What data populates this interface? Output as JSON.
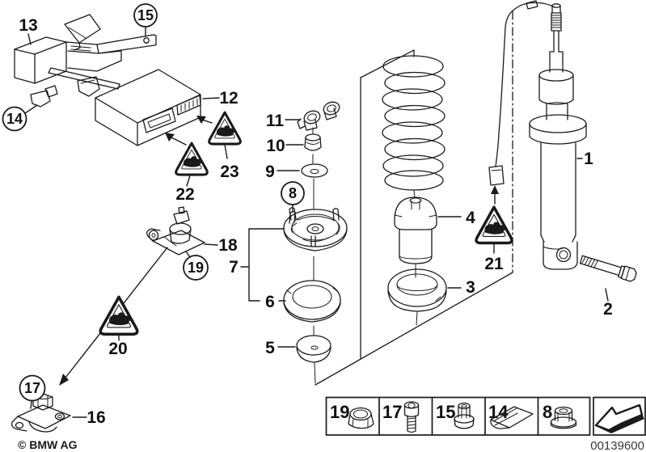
{
  "colors": {
    "line": "#1a1a1a",
    "background": "#ffffff"
  },
  "callouts": {
    "l1": "1",
    "l2": "2",
    "l3": "3",
    "l4": "4",
    "l5": "5",
    "l6": "6",
    "l7": "7",
    "l9": "9",
    "l10": "10",
    "l11": "11",
    "l12": "12",
    "l13": "13",
    "l16": "16",
    "l18": "18",
    "l20": "20",
    "l21": "21",
    "l22": "22",
    "l23": "23"
  },
  "circled_callouts": {
    "c8": "8",
    "c14": "14",
    "c15": "15",
    "c17": "17",
    "c19": "19"
  },
  "legend": {
    "items": [
      {
        "label": "19",
        "icon": "hex-nut-icon"
      },
      {
        "label": "17",
        "icon": "socket-head-screw-icon"
      },
      {
        "label": "15",
        "icon": "plastic-nut-icon"
      },
      {
        "label": "14",
        "icon": "sheet-metal-clip-icon"
      },
      {
        "label": "8",
        "icon": "flange-lock-nut-icon"
      }
    ],
    "nav_arrow_icon": "back-arrow-icon"
  },
  "footer": {
    "copyright": "© BMW AG",
    "image_number": "00139600"
  }
}
